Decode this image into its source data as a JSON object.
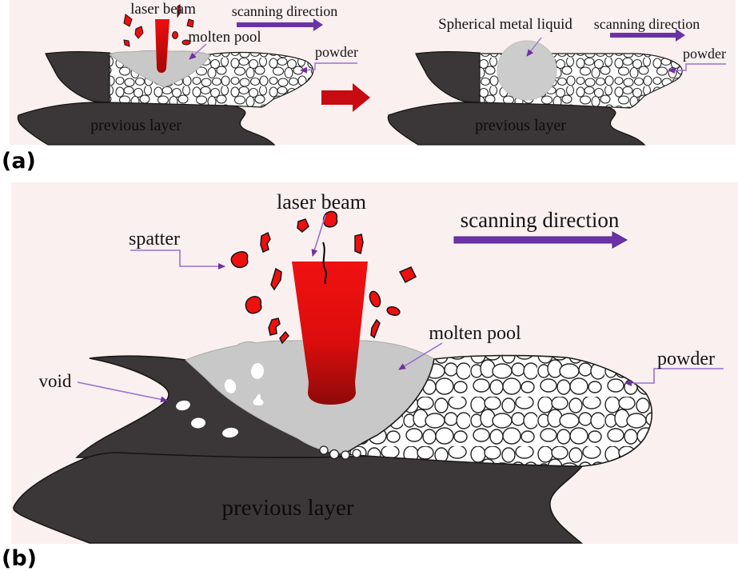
{
  "figure": {
    "panel_a": {
      "tag": "(a)",
      "left_diagram": {
        "laser_beam_label": "laser beam",
        "scanning_direction_label": "scanning direction",
        "molten_pool_label": "molten pool",
        "powder_label": "powder",
        "previous_layer_label": "previous layer"
      },
      "right_diagram": {
        "spherical_metal_liquid_label": "Spherical metal liquid",
        "scanning_direction_label": "scanning direction",
        "powder_label": "powder",
        "previous_layer_label": "previous layer"
      }
    },
    "panel_b": {
      "tag": "(b)",
      "labels": {
        "spatter": "spatter",
        "laser_beam": "laser beam",
        "scanning_direction": "scanning direction",
        "molten_pool": "molten pool",
        "powder": "powder",
        "void": "void",
        "previous_layer": "previous layer"
      }
    },
    "colors": {
      "panel_background": "#faf0f0",
      "laser_red": "#e60d0d",
      "laser_red_dark": "#8f0808",
      "spatter_red": "#ee0f0f",
      "transition_arrow_red": "#c70b10",
      "scanning_arrow_purple": "#6b32a8",
      "annotation_purple": "#9872cc",
      "arrowhead_purple": "#7030a0",
      "previous_layer_dark": "#3b3637",
      "molten_pool_gray": "#c9c8c8",
      "metal_ball_gray": "#cdcccc",
      "text_color": "#181214"
    }
  }
}
